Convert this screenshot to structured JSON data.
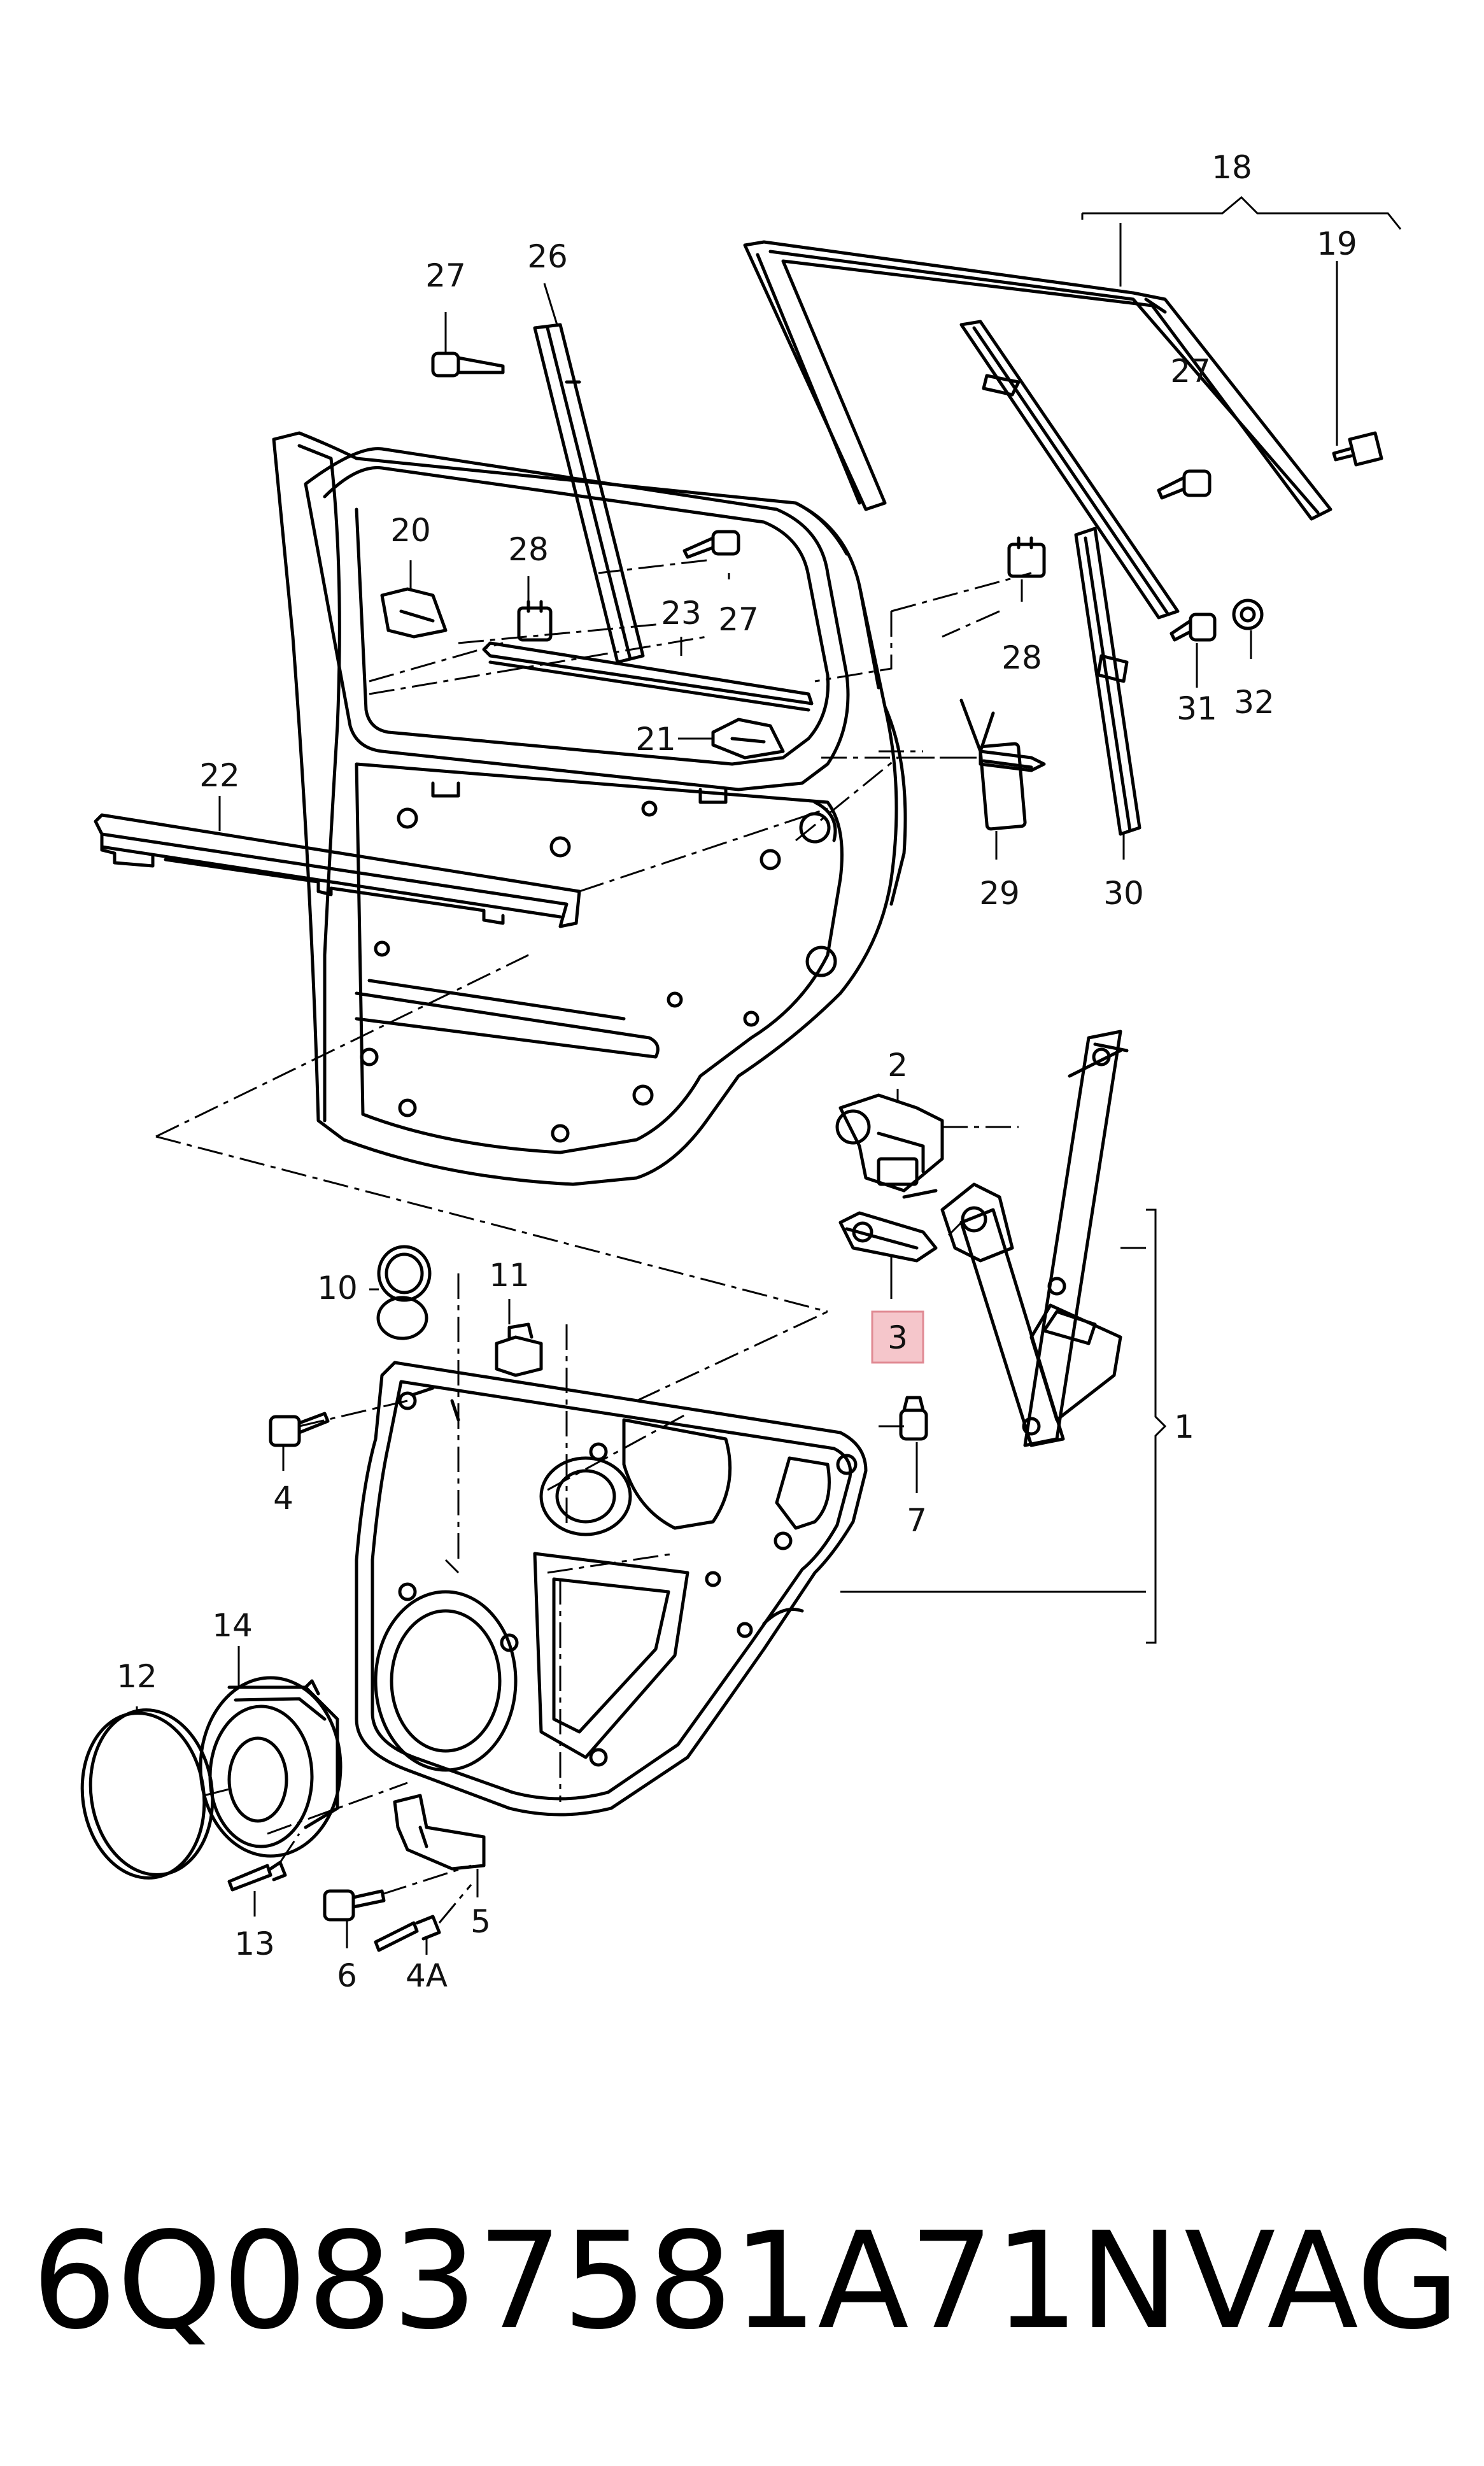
{
  "callouts": [
    {
      "id": "18",
      "text": "18"
    },
    {
      "id": "19",
      "text": "19"
    },
    {
      "id": "27a",
      "text": "27"
    },
    {
      "id": "26",
      "text": "26"
    },
    {
      "id": "27b",
      "text": "27"
    },
    {
      "id": "20",
      "text": "20"
    },
    {
      "id": "28a",
      "text": "28"
    },
    {
      "id": "27c",
      "text": "27"
    },
    {
      "id": "23",
      "text": "23"
    },
    {
      "id": "28b",
      "text": "28"
    },
    {
      "id": "31",
      "text": "31"
    },
    {
      "id": "32",
      "text": "32"
    },
    {
      "id": "21",
      "text": "21"
    },
    {
      "id": "22",
      "text": "22"
    },
    {
      "id": "29",
      "text": "29"
    },
    {
      "id": "30",
      "text": "30"
    },
    {
      "id": "2",
      "text": "2"
    },
    {
      "id": "10",
      "text": "10"
    },
    {
      "id": "11",
      "text": "11"
    },
    {
      "id": "3",
      "text": "3"
    },
    {
      "id": "1",
      "text": "1"
    },
    {
      "id": "4",
      "text": "4"
    },
    {
      "id": "7",
      "text": "7"
    },
    {
      "id": "14",
      "text": "14"
    },
    {
      "id": "12",
      "text": "12"
    },
    {
      "id": "13",
      "text": "13"
    },
    {
      "id": "5",
      "text": "5"
    },
    {
      "id": "6",
      "text": "6"
    },
    {
      "id": "4A",
      "text": "4A"
    }
  ],
  "highlighted_callout": "3",
  "highlight_color": "#f5c6cb",
  "footer": {
    "part_number": "6Q0837581A71N",
    "brand": "VAG"
  }
}
